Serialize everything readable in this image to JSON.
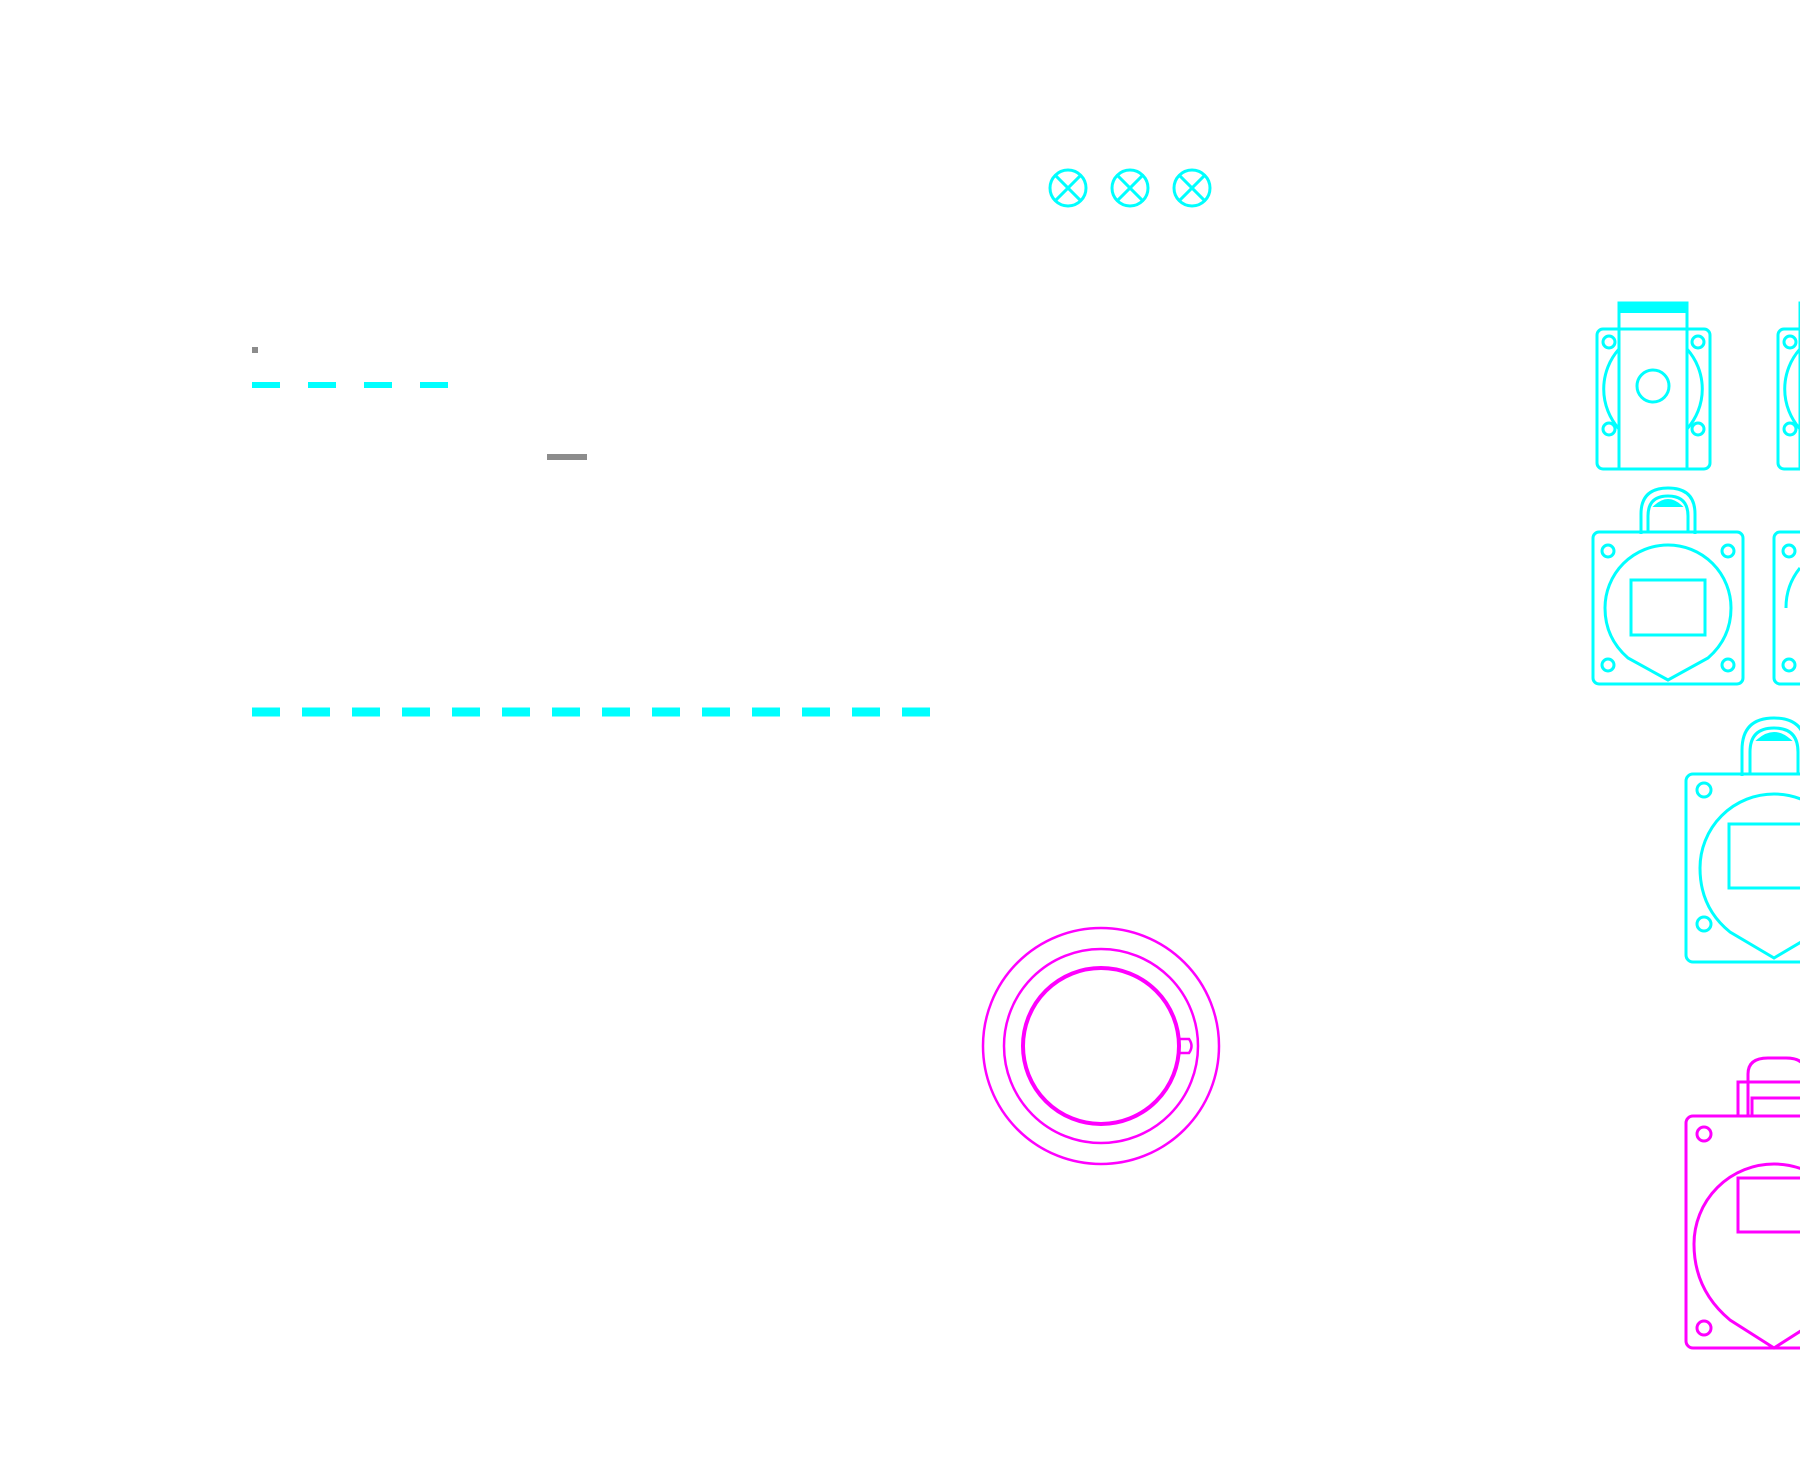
{
  "colors": {
    "background": "#ffffff",
    "cyan": "#00ffff",
    "magenta": "#ff00ff",
    "gray": "#8c8c8c"
  },
  "symbols": {
    "lamps": [
      "lamp-symbol",
      "lamp-symbol",
      "lamp-symbol"
    ],
    "sockets_cyan": [
      "panel-socket-square-icon",
      "panel-socket-square-icon",
      "industrial-socket-icon",
      "industrial-socket-icon",
      "industrial-socket-icon"
    ],
    "sockets_magenta": [
      "industrial-socket-icon"
    ],
    "round_socket_magenta": "round-socket-icon"
  }
}
